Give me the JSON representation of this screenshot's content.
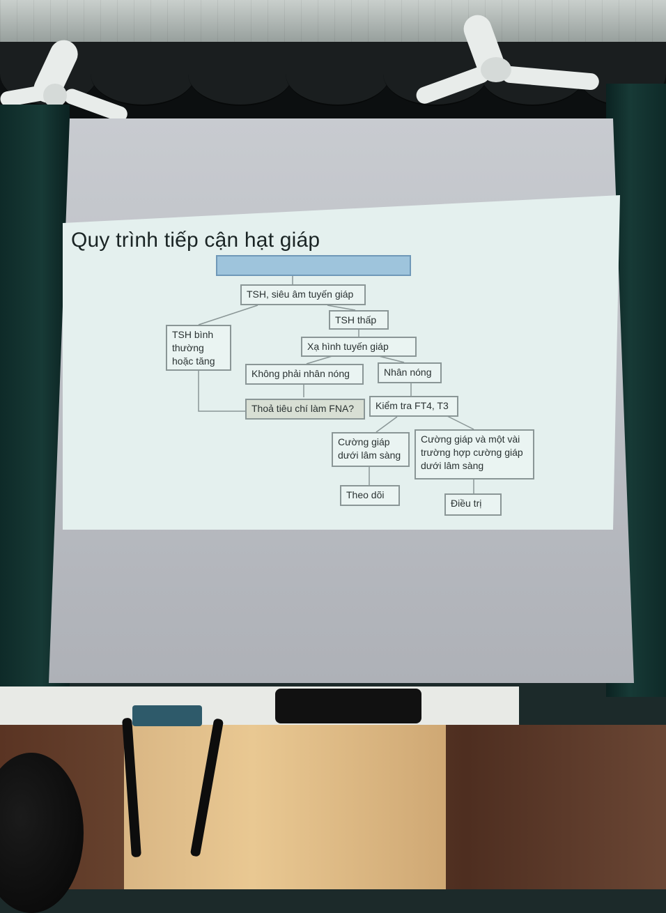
{
  "slide": {
    "title": "Quy trình tiếp cận hạt giáp",
    "boxes": {
      "start": "",
      "tsh_us": "TSH, siêu âm tuyến giáp",
      "tsh_normal": "TSH bình thường hoặc tăng",
      "tsh_low": "TSH thấp",
      "scan": "Xạ hình tuyến giáp",
      "not_hot": "Không phải nhân nóng",
      "hot": "Nhân nóng",
      "fna": "Thoả tiêu chí làm FNA?",
      "ft4": "Kiểm tra FT4, T3",
      "subclinical": "Cường giáp dưới lâm sàng",
      "overt": "Cường giáp và một vài trường hợp cường giáp dưới lâm sàng",
      "follow": "Theo dõi",
      "treat": "Điều trị"
    }
  }
}
